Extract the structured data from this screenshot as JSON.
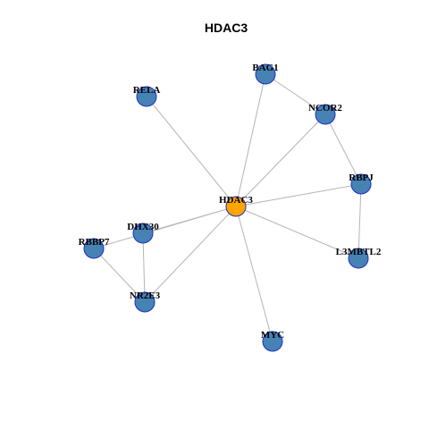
{
  "title": "HDAC3",
  "colors": {
    "hub": "#ffa500",
    "node": "#4682b4",
    "node_border": "#1f2fc4",
    "edge": "#b4b4b4"
  },
  "nodes": [
    {
      "id": "HDAC3",
      "label": "HDAC3",
      "hub": true
    },
    {
      "id": "BAG1",
      "label": "BAG1"
    },
    {
      "id": "RELA",
      "label": "RELA"
    },
    {
      "id": "NCOR2",
      "label": "NCOR2"
    },
    {
      "id": "RBPJ",
      "label": "RBPJ"
    },
    {
      "id": "DHX30",
      "label": "DHX30"
    },
    {
      "id": "RBBP7",
      "label": "RBBP7"
    },
    {
      "id": "L3MBTL2",
      "label": "L3MBTL2"
    },
    {
      "id": "NR2E3",
      "label": "NR2E3"
    },
    {
      "id": "MYC",
      "label": "MYC"
    }
  ],
  "edges": [
    [
      "HDAC3",
      "RELA"
    ],
    [
      "HDAC3",
      "BAG1"
    ],
    [
      "HDAC3",
      "NCOR2"
    ],
    [
      "HDAC3",
      "RBPJ"
    ],
    [
      "HDAC3",
      "L3MBTL2"
    ],
    [
      "HDAC3",
      "MYC"
    ],
    [
      "HDAC3",
      "NR2E3"
    ],
    [
      "HDAC3",
      "DHX30"
    ],
    [
      "HDAC3",
      "RBBP7"
    ],
    [
      "BAG1",
      "NCOR2"
    ],
    [
      "NCOR2",
      "RBPJ"
    ],
    [
      "RBPJ",
      "L3MBTL2"
    ],
    [
      "DHX30",
      "NR2E3"
    ],
    [
      "RBBP7",
      "NR2E3"
    ]
  ]
}
